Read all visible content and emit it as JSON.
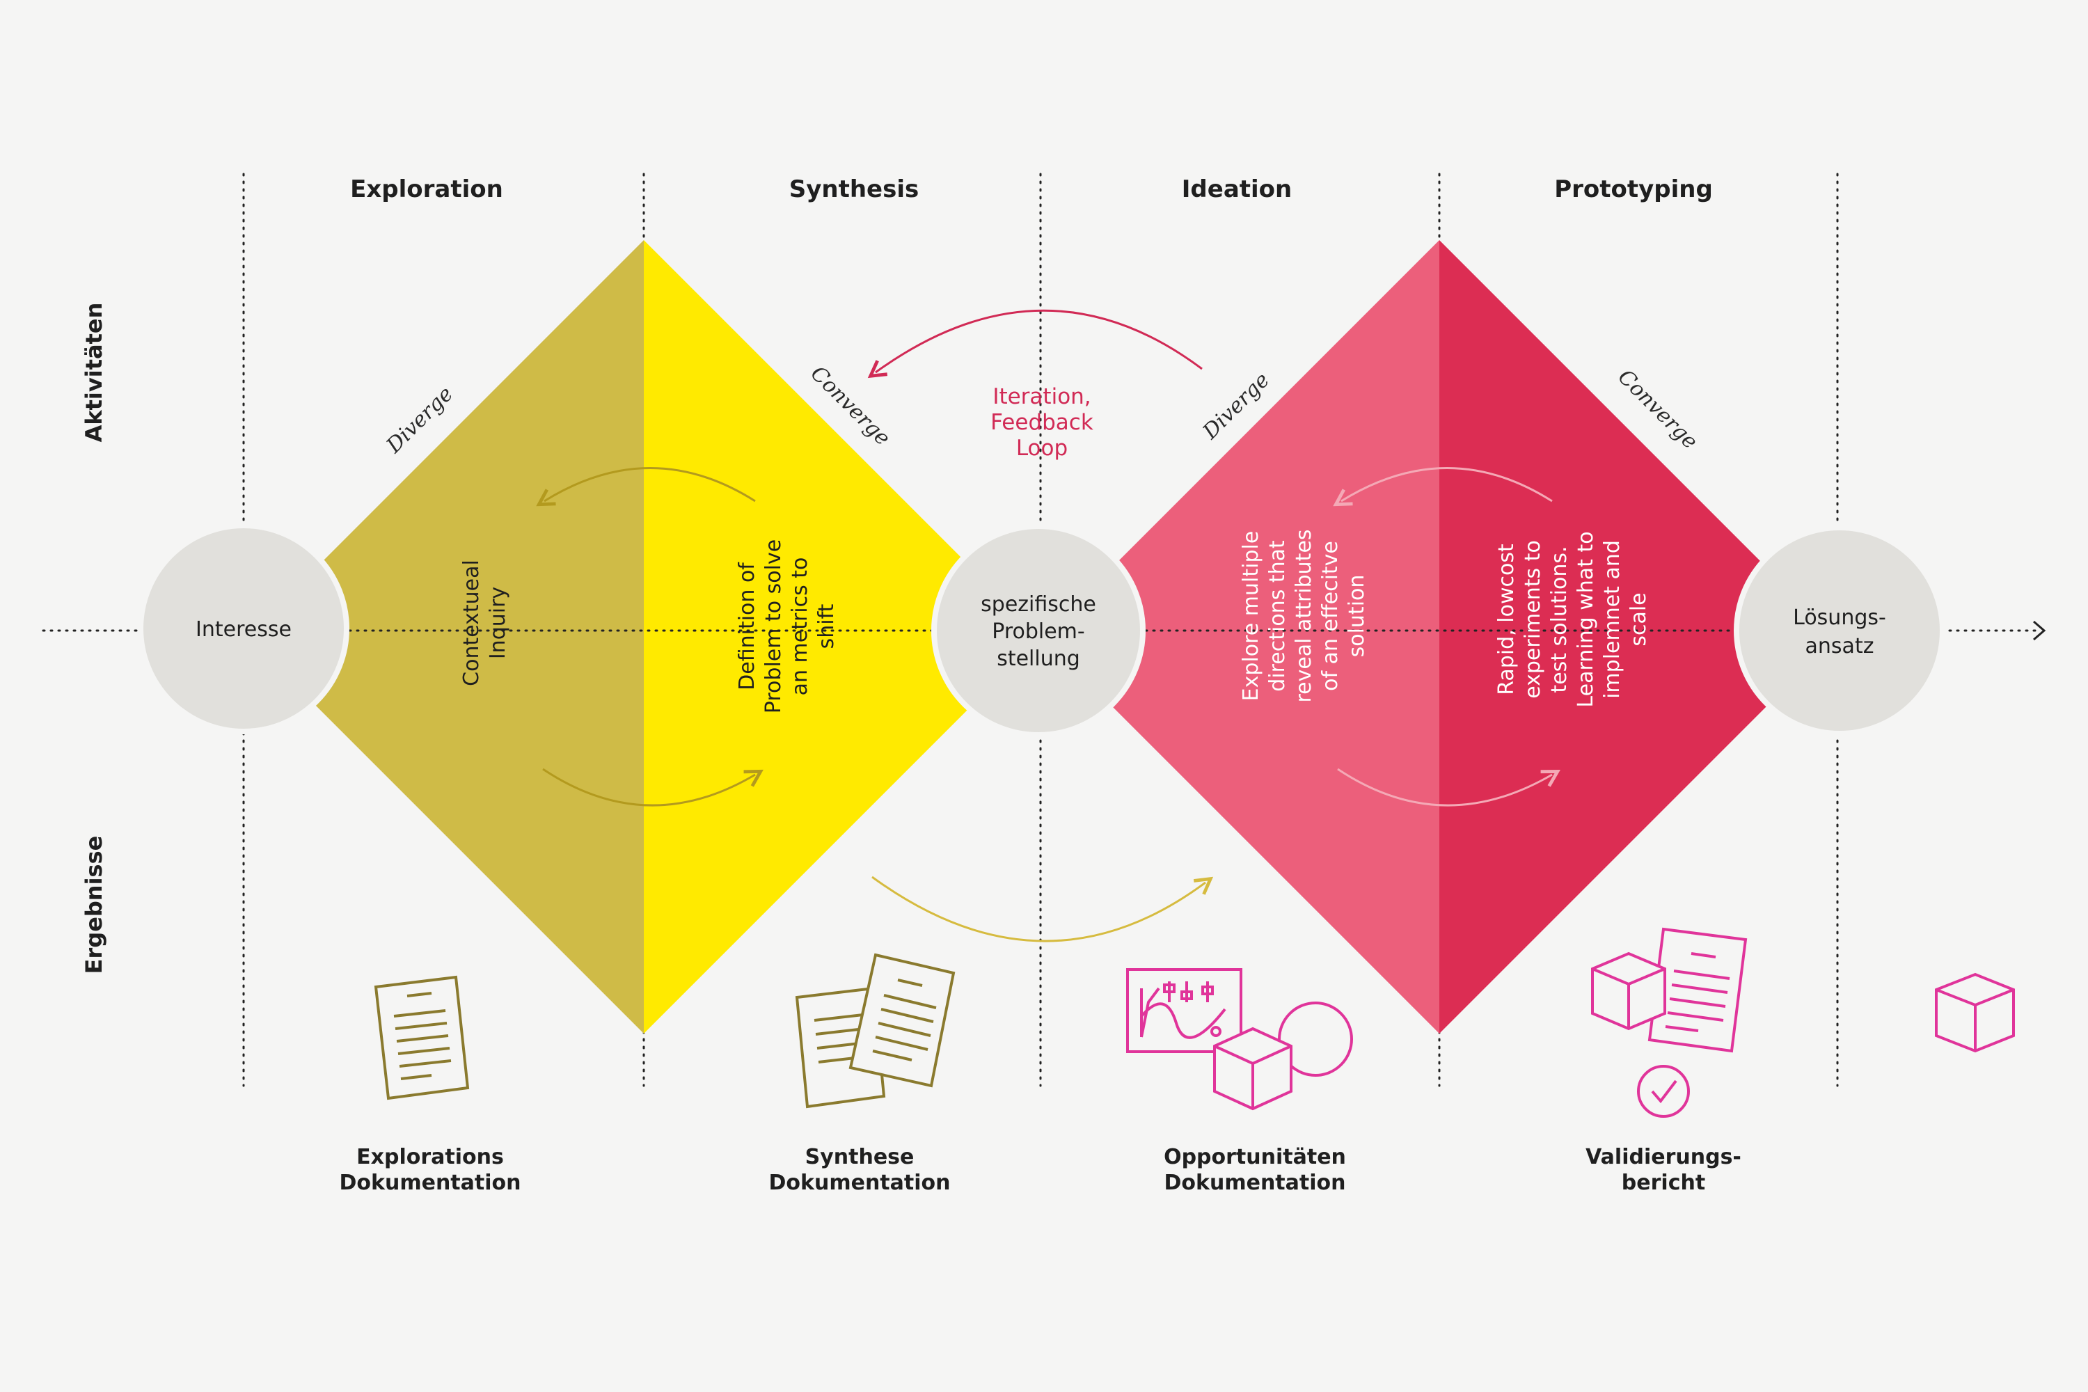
{
  "phases": [
    "Exploration",
    "Synthesis",
    "Ideation",
    "Prototyping"
  ],
  "rows": {
    "activities": "Aktivitäten",
    "results": "Ergebnisse"
  },
  "nodes": [
    "Interesse",
    [
      "spezifische",
      "Problem-",
      "stellung"
    ],
    [
      "Lösungs-",
      "ansatz"
    ]
  ],
  "modes": {
    "diverge": "Diverge",
    "converge": "Converge"
  },
  "diamonds": {
    "left_a": [
      "Contextueal",
      "Inquiry"
    ],
    "left_b": [
      "Definition of",
      "Problem to solve",
      "an metrics to",
      "shift"
    ],
    "right_a": [
      "Explore multiple",
      "directions that",
      "reveal attributes",
      "of an effecitve",
      "solution"
    ],
    "right_b": [
      "Rapid, lowcost",
      "experiments to",
      "test solutions.",
      "Learning what to",
      "implemnet and",
      "scale"
    ]
  },
  "iteration": [
    "Iteration,",
    "Feedback",
    "Loop"
  ],
  "outputs": [
    [
      "Explorations",
      "Dokumentation"
    ],
    [
      "Synthese",
      "Dokumentation"
    ],
    [
      "Opportunitäten",
      "Dokumentation"
    ],
    [
      "Validierungs-",
      "bericht"
    ]
  ],
  "colors": {
    "background": "#f5f5f4",
    "olive": "#cfbb47",
    "yellow": "#ffea00",
    "pink": "#ec5f7b",
    "crimson": "#dc2d53",
    "node": "#e1e0dc",
    "olive_icon": "#8a7a2e",
    "pink_icon": "#e0349a",
    "iteration": "#d12a55"
  },
  "icons": [
    "document-icon",
    "documents-icon",
    "opportunity-icon",
    "validation-icon",
    "cube-icon"
  ]
}
